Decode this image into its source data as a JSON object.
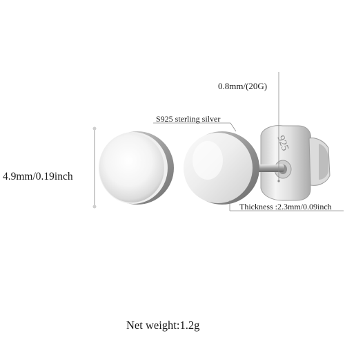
{
  "product_photo": {
    "labels": {
      "size": "4.9mm/0.19inch",
      "wire_gauge": "0.8mm/(20G)",
      "material": "S925 sterling silver",
      "thickness": "Thickness :2.3mm/0.09inch",
      "net_weight": "Net weight:1.2g"
    },
    "stamp": "925",
    "colors": {
      "background": "#ffffff",
      "silver_light": "#f7f7f7",
      "silver_dark": "#9a9a9a",
      "dimension_line": "#8c8c8c"
    }
  }
}
